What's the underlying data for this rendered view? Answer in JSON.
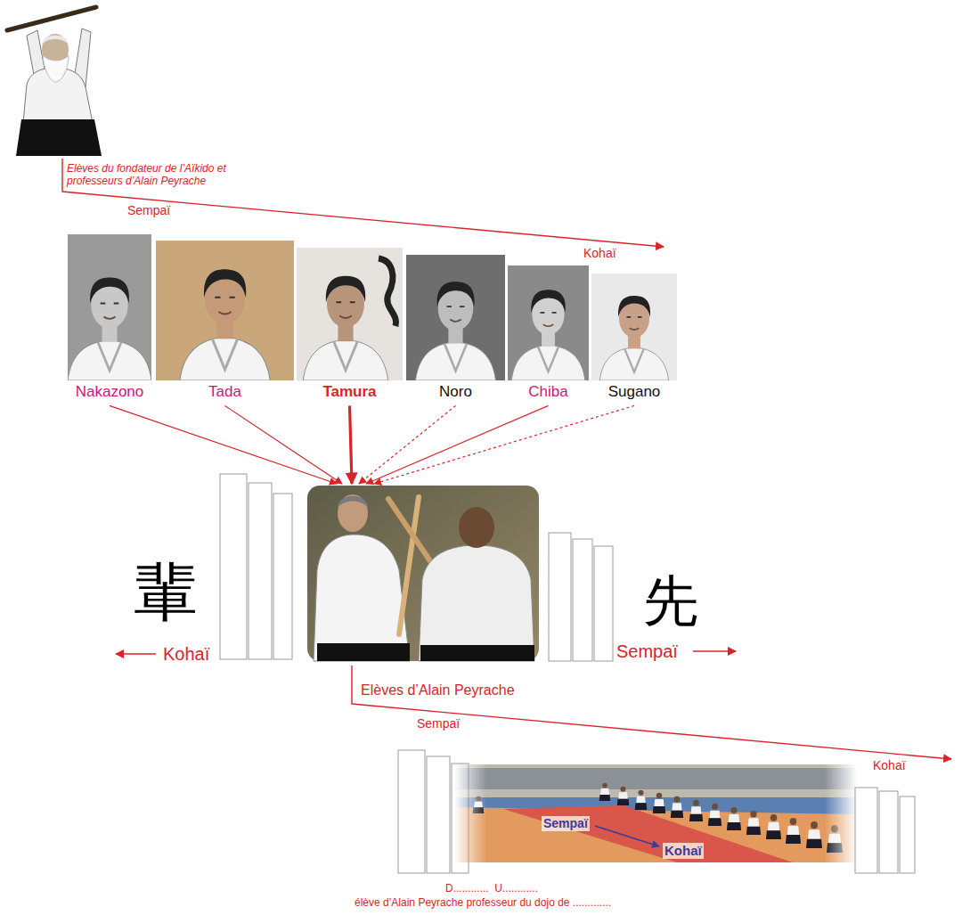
{
  "diagram": {
    "nodes": [
      {
        "text": [
          "Elèves du fondateur de l’Aïkido et professeurs d’Alain Peyrache"
        ]
      },
      {
        "text": [
          "Nakazono"
        ]
      },
      {
        "text": [
          "Tada"
        ]
      },
      {
        "text": [
          "Tamura"
        ]
      },
      {
        "text": [
          "Noro"
        ]
      },
      {
        "text": [
          "Chiba"
        ]
      },
      {
        "text": [
          "Sugano"
        ]
      },
      {
        "text": [
          "Elèves d’Alain Peyrache"
        ]
      }
    ],
    "edges": [
      {
        "from": 1,
        "to": 7,
        "arrow": "to"
      },
      {
        "from": 2,
        "to": 7,
        "arrow": "to"
      },
      {
        "from": 3,
        "to": 7,
        "arrow": "to"
      },
      {
        "from": 4,
        "to": 7,
        "arrow": "to"
      },
      {
        "from": 5,
        "to": 7,
        "arrow": "to"
      },
      {
        "from": 6,
        "to": 7,
        "arrow": "to"
      }
    ],
    "labels": [
      "Sempaï",
      "Kohaï",
      "輩",
      "Kohaï",
      "先",
      "Sempaï",
      "Sempaï",
      "Kohaï",
      "Sempaï",
      "Kohaï",
      "D............  U............",
      "élève d’Alain Peyrache professeur du dojo de ............."
    ]
  }
}
